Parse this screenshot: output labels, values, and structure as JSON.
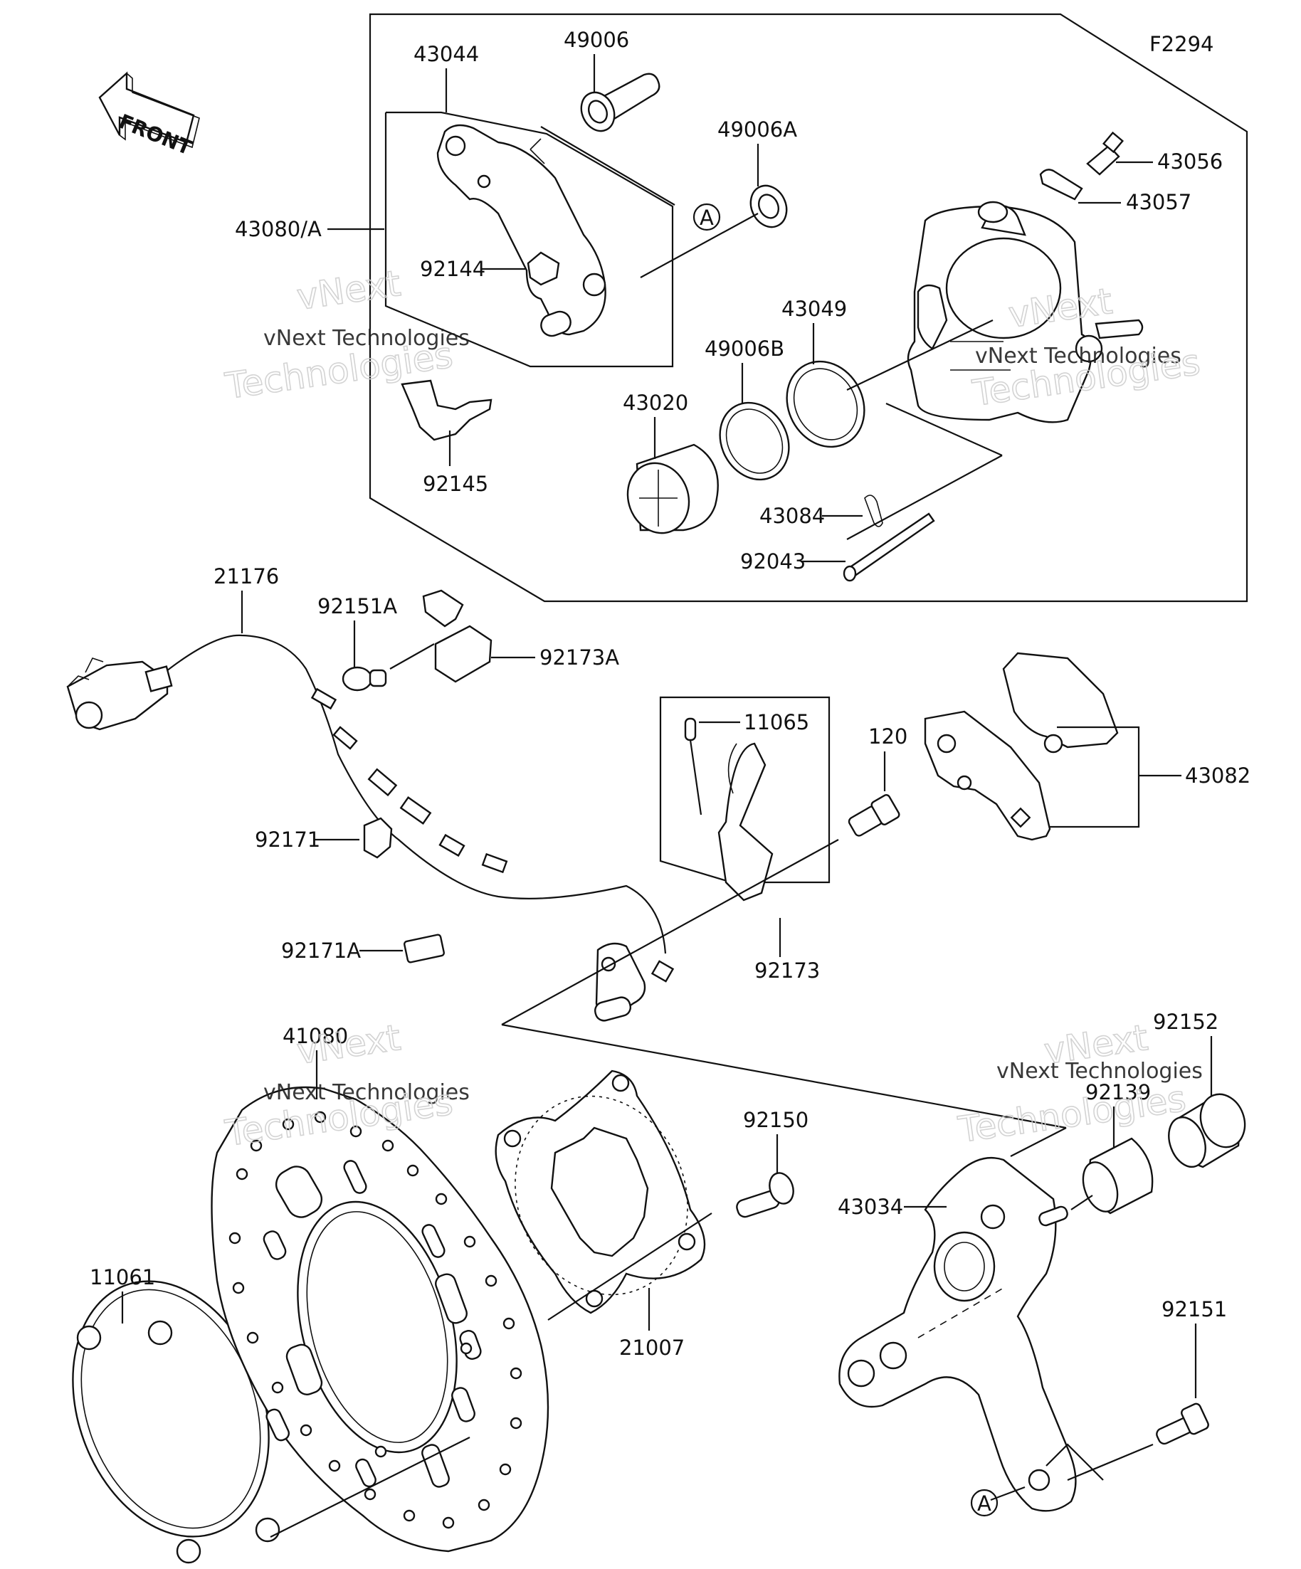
{
  "figure_code": "F2294",
  "direction_arrow": "FRONT",
  "ref_marker": "A",
  "watermark": {
    "line1": "vNext",
    "line2": "vNext Technologies",
    "line3": "Technologies"
  },
  "labels": {
    "p43044": "43044",
    "p49006": "49006",
    "p49006A": "49006A",
    "p43056": "43056",
    "p43057": "43057",
    "p43080A": "43080/A",
    "p92144": "92144",
    "p92145": "92145",
    "p43049": "43049",
    "p49006B": "49006B",
    "p43020": "43020",
    "p43084": "43084",
    "p92043": "92043",
    "p21176": "21176",
    "p92151A": "92151A",
    "p92173A": "92173A",
    "p11065": "11065",
    "p120": "120",
    "p43082": "43082",
    "p92171": "92171",
    "p92171A": "92171A",
    "p92173": "92173",
    "p41080": "41080",
    "p92152": "92152",
    "p92139": "92139",
    "p92150": "92150",
    "p43034": "43034",
    "p11061": "11061",
    "p21007": "21007",
    "p92151": "92151"
  },
  "colors": {
    "ink": "#111111",
    "watermark": "#cfcfcf"
  }
}
